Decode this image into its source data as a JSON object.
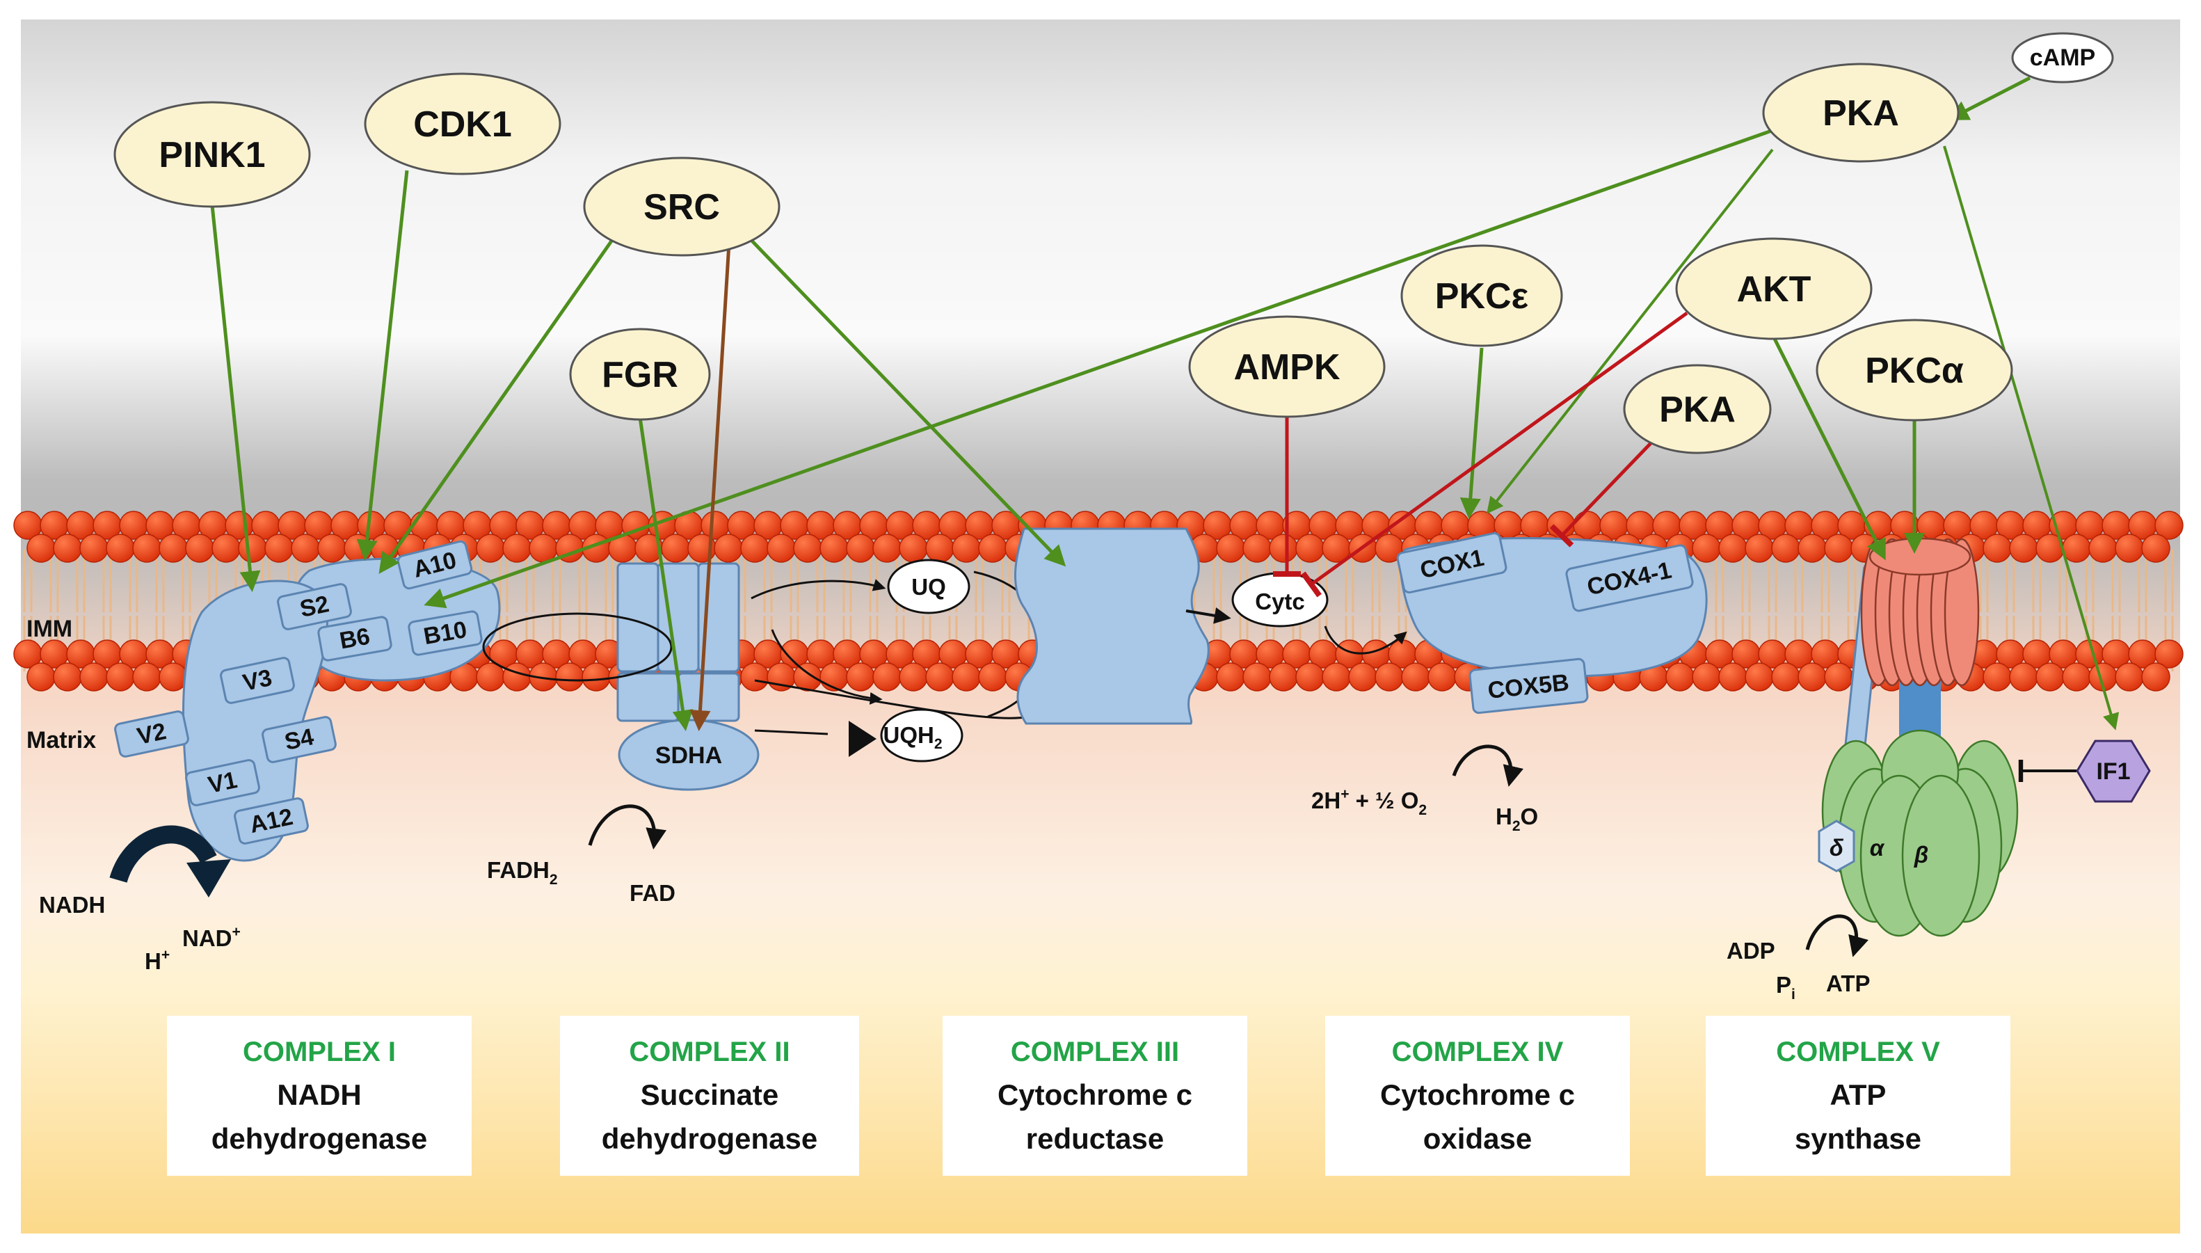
{
  "regions": {
    "imm": "IMM",
    "matrix": "Matrix"
  },
  "kinases": {
    "pink1": "PINK1",
    "cdk1": "CDK1",
    "src": "SRC",
    "fgr": "FGR",
    "pka_top": "PKA",
    "camp": "cAMP",
    "pkce": "PKCε",
    "ampk": "AMPK",
    "akt": "AKT",
    "pka_mid": "PKA",
    "pkca": "PKCα",
    "if1": "IF1"
  },
  "complex1": {
    "subunits": [
      "A10",
      "S2",
      "B6",
      "B10",
      "V3",
      "V2",
      "S4",
      "V1",
      "A12"
    ]
  },
  "complex2": {
    "sdha": "SDHA"
  },
  "quinones": {
    "uq": "UQ",
    "uqh2_main": "UQH",
    "uqh2_sub": "2"
  },
  "cytc": "Cytc",
  "complex4": {
    "cox1": "COX1",
    "cox4": "COX4-1",
    "cox5b": "COX5B"
  },
  "complex5": {
    "delta": "δ",
    "alpha": "α",
    "beta": "β"
  },
  "reactions": {
    "nadh": "NADH",
    "nad_main": "NAD",
    "nad_sup": "+",
    "h_main": "H",
    "h_sup": "+",
    "fadh2_main": "FADH",
    "fadh2_sub": "2",
    "fad": "FAD",
    "o2_left": "2H",
    "o2_sup": "+",
    "o2_mid": " + ½ O",
    "o2_sub": "2",
    "h2o_h": "H",
    "h2o_sub": "2",
    "h2o_o": "O",
    "adp": "ADP",
    "pi_main": "P",
    "pi_sub": "i",
    "atp": "ATP"
  },
  "complex_labels": [
    {
      "title": "COMPLEX I",
      "line1": "NADH",
      "line2": "dehydrogenase"
    },
    {
      "title": "COMPLEX II",
      "line1": "Succinate",
      "line2": "dehydrogenase"
    },
    {
      "title": "COMPLEX III",
      "line1": "Cytochrome c",
      "line2": "reductase"
    },
    {
      "title": "COMPLEX IV",
      "line1": "Cytochrome c",
      "line2": "oxidase"
    },
    {
      "title": "COMPLEX V",
      "line1": "ATP",
      "line2": "synthase"
    }
  ],
  "colors": {
    "activation": "#4e8f1e",
    "inhibition": "#c0161b",
    "src_fgr_arrow": "#8a4a1f",
    "kinase_fill": "#fbf3cf",
    "protein_fill": "#a9c7e6",
    "protein_stroke": "#5b84b1",
    "lipid_head": "#e83a12",
    "f1_pink": "#f08a78",
    "f1_green": "#9ccc8a",
    "complex_title": "#22a447"
  }
}
